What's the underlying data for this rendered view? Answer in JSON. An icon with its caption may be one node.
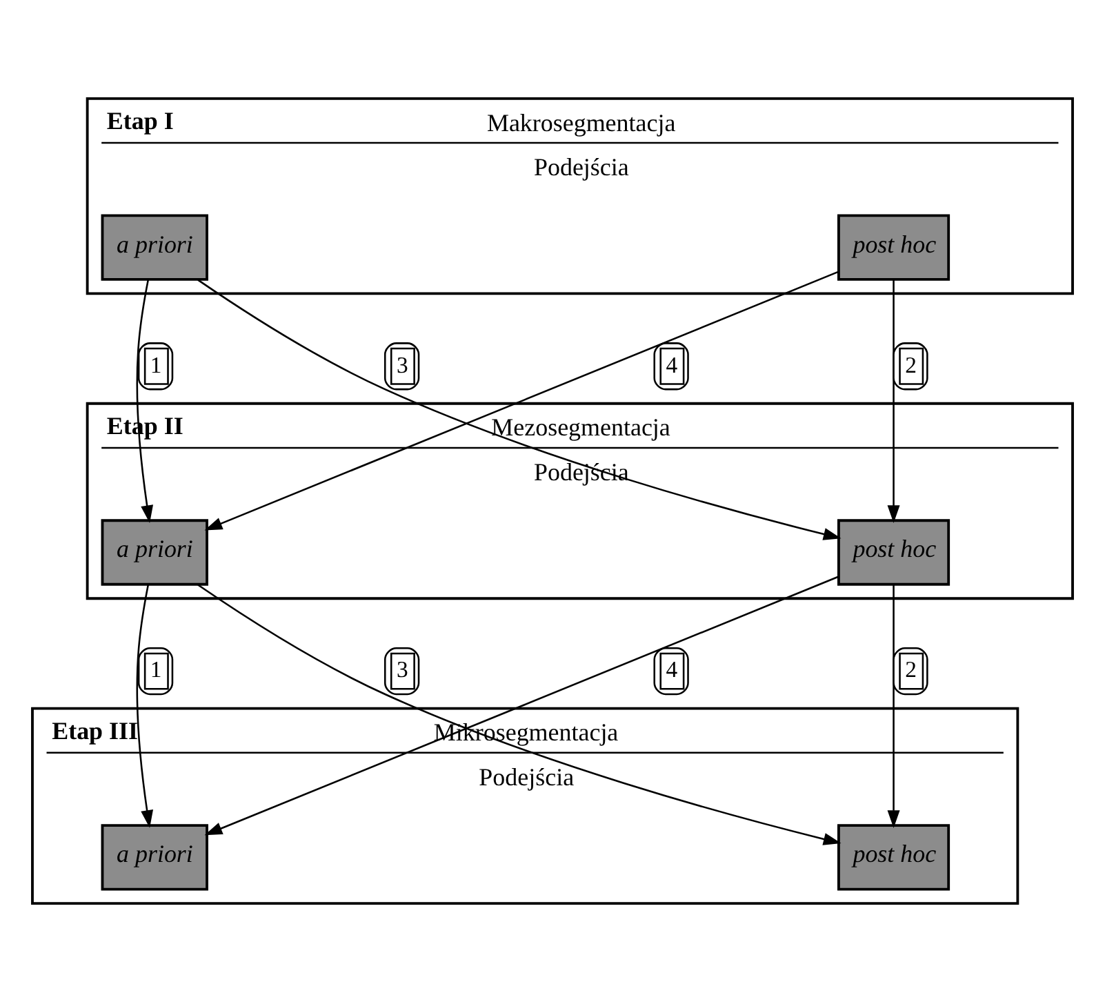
{
  "diagram": {
    "nodes": [
      {
        "text": [
          "Etap I",
          "Makrosegmentacja",
          "Podejścia"
        ]
      },
      {
        "text": [
          "a priori"
        ],
        "in": 0
      },
      {
        "text": [
          "post hoc"
        ],
        "in": 0
      },
      {
        "text": [
          "Etap II",
          "Mezosegmentacja",
          "Podejścia"
        ]
      },
      {
        "text": [
          "a priori"
        ],
        "in": 3
      },
      {
        "text": [
          "post hoc"
        ],
        "in": 3
      },
      {
        "text": [
          "Etap III",
          "Mikrosegmentacja",
          "Podejścia"
        ]
      },
      {
        "text": [
          "a priori"
        ],
        "in": 6
      },
      {
        "text": [
          "post hoc"
        ],
        "in": 6
      }
    ],
    "edges": [
      {
        "from": 1,
        "to": 4,
        "arrow": "to",
        "label": "1"
      },
      {
        "from": 1,
        "to": 5,
        "arrow": "to",
        "label": "3"
      },
      {
        "from": 2,
        "to": 4,
        "arrow": "to",
        "label": "4"
      },
      {
        "from": 2,
        "to": 5,
        "arrow": "to",
        "label": "2"
      },
      {
        "from": 4,
        "to": 7,
        "arrow": "to",
        "label": "1"
      },
      {
        "from": 4,
        "to": 8,
        "arrow": "to",
        "label": "3"
      },
      {
        "from": 5,
        "to": 7,
        "arrow": "to",
        "label": "4"
      },
      {
        "from": 5,
        "to": 8,
        "arrow": "to",
        "label": "2"
      }
    ]
  }
}
